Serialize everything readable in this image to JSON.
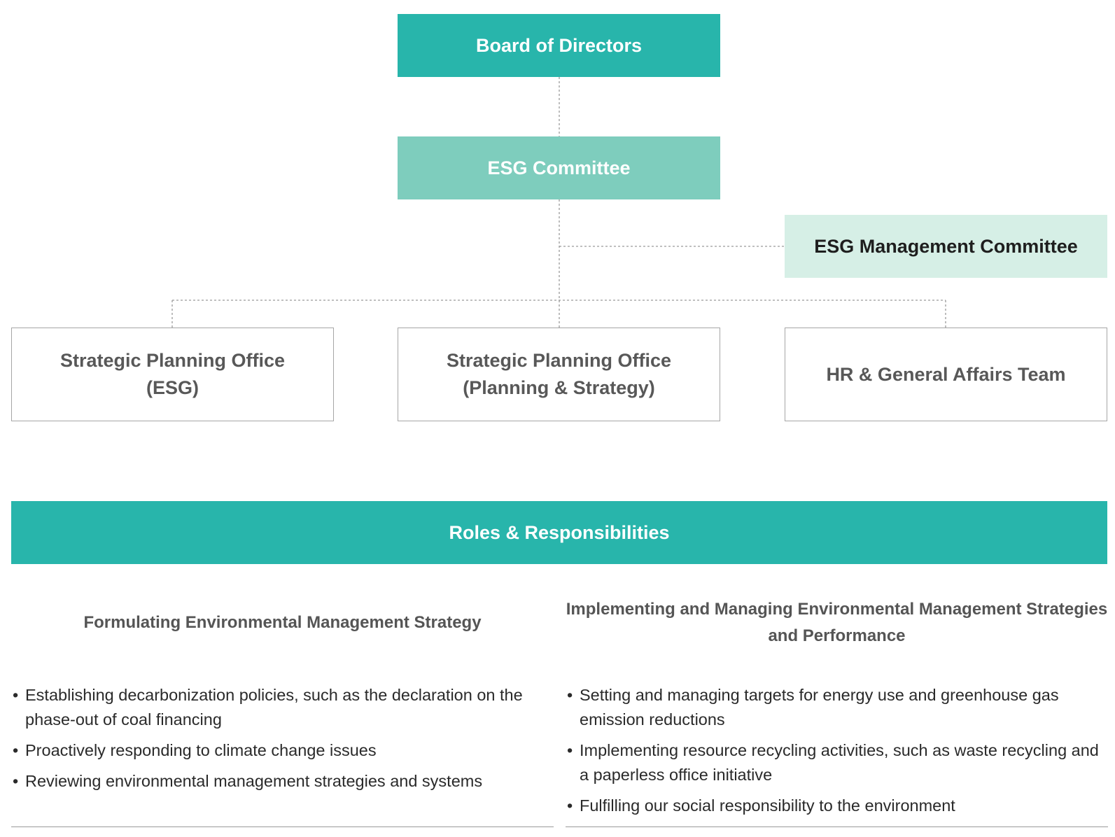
{
  "org_chart": {
    "board": "Board of Directors",
    "esg_committee": "ESG Committee",
    "management_committee": "ESG Management Committee",
    "teams": [
      "Strategic Planning Office\n(ESG)",
      "Strategic Planning Office\n(Planning & Strategy)",
      "HR & General Affairs Team"
    ]
  },
  "roles": {
    "title": "Roles & Responsibilities",
    "left": {
      "heading": "Formulating Environmental Management Strategy",
      "items": [
        "Establishing decarbonization policies, such as the declaration on the phase-out of coal financing",
        "Proactively responding to climate change issues",
        "Reviewing environmental management strategies and systems"
      ]
    },
    "right": {
      "heading": "Implementing and Managing Environmental Management Strategies and Performance",
      "items": [
        "Setting and managing targets for energy use and greenhouse gas emission reductions",
        "Implementing resource recycling activities, such as waste recycling and a paperless office initiative",
        "Fulfilling our social responsibility to the environment"
      ]
    }
  },
  "colors": {
    "primary": "#28b5ab",
    "secondary": "#7ecdbd",
    "light": "#d6efe6",
    "connector": "#9a9a9a"
  }
}
